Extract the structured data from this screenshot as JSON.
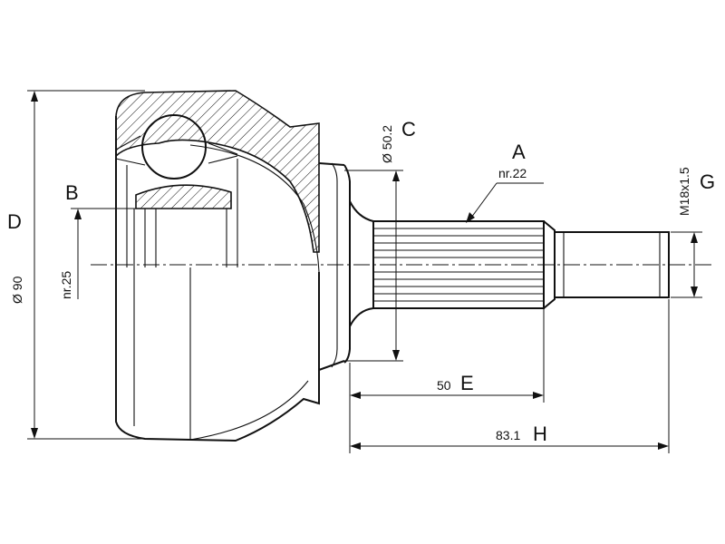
{
  "labels": {
    "a": "A",
    "b": "B",
    "c": "C",
    "d": "D",
    "e": "E",
    "g": "G",
    "h": "H"
  },
  "dimensions": {
    "outer_diameter": "Ø 90",
    "flange_diameter": "Ø 50.2",
    "spline_teeth_outer": "nr.22",
    "spline_teeth_inner": "nr.25",
    "thread": "M18x1.5",
    "spline_length": "50",
    "overall_length": "83.1"
  }
}
